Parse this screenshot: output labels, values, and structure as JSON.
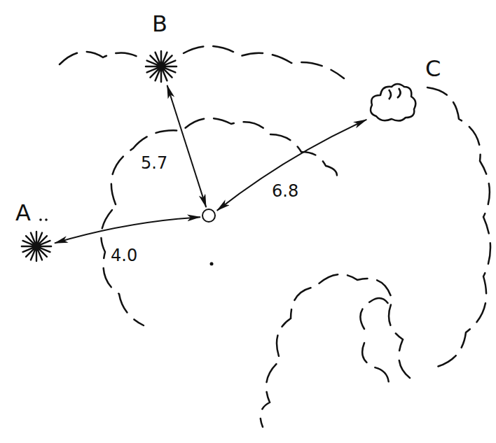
{
  "diagram": {
    "nodes": [
      {
        "text": [
          "B"
        ]
      },
      {
        "text": [
          "C"
        ]
      },
      {
        "text": [
          "A"
        ]
      },
      {
        "text": []
      }
    ],
    "edges": [
      {
        "from": 3,
        "to": 2,
        "arrow": "both",
        "label": "4.0"
      },
      {
        "from": 3,
        "to": 0,
        "arrow": "both",
        "label": "5.7"
      },
      {
        "from": 3,
        "to": 1,
        "arrow": "both",
        "label": "6.8"
      }
    ]
  }
}
